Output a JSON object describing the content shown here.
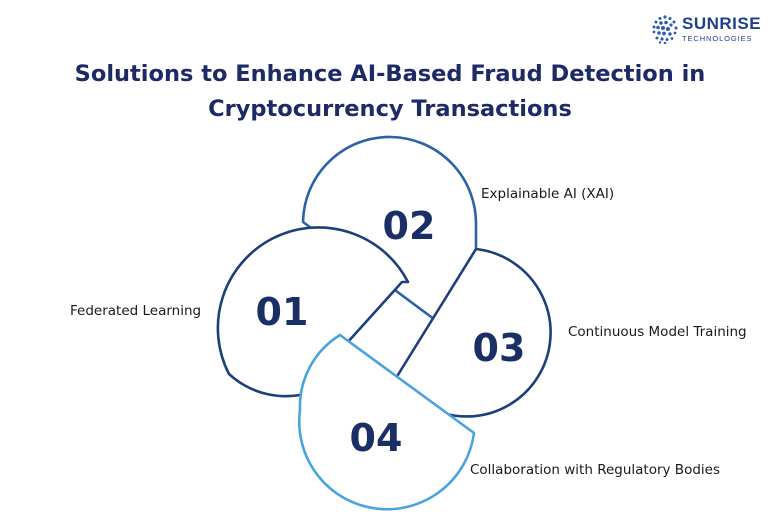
{
  "brand": {
    "name": "SUNRISE",
    "subtitle": "TECHNOLOGIES",
    "logo_icon": "globe-dots-icon"
  },
  "title": {
    "line1": "Solutions to Enhance AI-Based Fraud Detection in",
    "line2": "Cryptocurrency Transactions"
  },
  "steps": [
    {
      "number": "01",
      "label": "Federated Learning",
      "color": "#1d3f7a"
    },
    {
      "number": "02",
      "label": "Explainable AI (XAI)",
      "color": "#2b62a8"
    },
    {
      "number": "03",
      "label": "Continuous Model Training",
      "color": "#1d3f7a"
    },
    {
      "number": "04",
      "label": "Collaboration with Regulatory Bodies",
      "color": "#4aa3dc"
    }
  ],
  "colors": {
    "title": "#1e2a66",
    "number": "#1a2f66",
    "brand": "#1f3f8f"
  }
}
